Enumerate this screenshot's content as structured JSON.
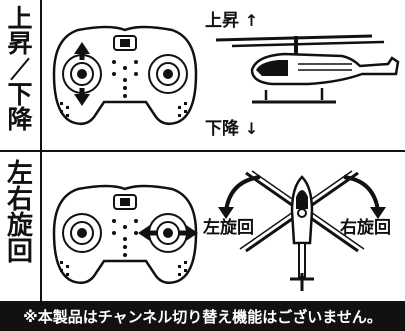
{
  "top": {
    "side_label_1": "上昇",
    "side_label_2": "下降",
    "up_label": "上昇",
    "down_label": "下降"
  },
  "bottom": {
    "side_label": [
      "左",
      "右",
      "旋",
      "回"
    ],
    "left_turn_label": "左旋回",
    "right_turn_label": "右旋回"
  },
  "footer": {
    "note": "※本製品はチャンネル切り替え機能はございません。"
  },
  "icons": [
    "controller-icon",
    "helicopter-side-icon",
    "helicopter-top-icon",
    "arrow-up-icon",
    "arrow-down-icon",
    "curved-arrow-left-icon",
    "curved-arrow-right-icon"
  ],
  "colors": {
    "ink": "#111111",
    "paper": "#ffffff"
  }
}
